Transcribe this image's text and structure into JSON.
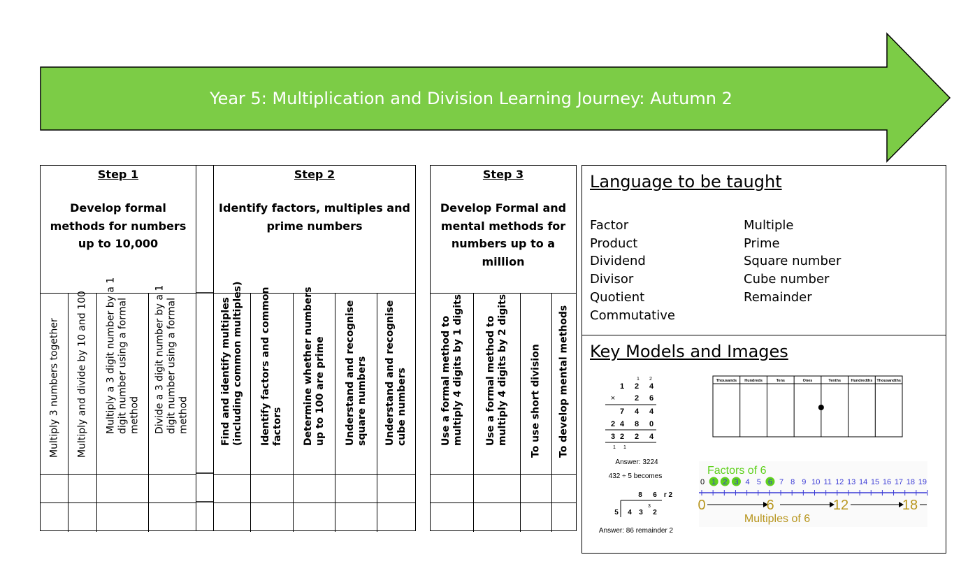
{
  "banner": {
    "title": "Year 5: Multiplication and Division Learning Journey: Autumn 2",
    "color": "#7ccc46"
  },
  "steps": [
    {
      "label": "Step 1",
      "description": "Develop formal methods for numbers up to 10,000",
      "columns": [
        "Multiply 3 numbers together",
        "Multiply and divide by 10 and 100",
        "Multiply a 3 digit number by a 1 digit number using a formal method",
        "Divide a 3 digit number by a 1 digit number using a formal method"
      ]
    },
    {
      "label": "Step 2",
      "description": "Identify factors, multiples and prime numbers",
      "columns": [
        "Find and identify multiples (including common multiples)",
        "Identify factors and common factors",
        "Determine whether numbers up to 100 are prime",
        "Understand and recognise square numbers",
        "Understand and recognise cube numbers"
      ]
    },
    {
      "label": "Step 3",
      "description": "Develop Formal and mental methods for numbers up to a million",
      "columns": [
        "Use a formal method to multiply 4 digits by 1 digits",
        "Use a formal method to multiply 4 digits by 2 digits",
        "To use short division",
        "To develop mental methods"
      ]
    }
  ],
  "language": {
    "title": "Language to be taught",
    "left_words": [
      "Factor",
      "Product",
      "Dividend",
      "Divisor",
      "Quotient",
      "Commutative"
    ],
    "right_words": [
      "Multiple",
      "Prime",
      "Square number",
      "Cube number",
      "Remainder"
    ]
  },
  "models": {
    "title": "Key Models and Images",
    "long_mult": {
      "carry_top": [
        "1",
        "2"
      ],
      "row1": [
        "1",
        "2",
        "4"
      ],
      "times": "×",
      "row2": [
        "2",
        "6"
      ],
      "row3": [
        "7",
        "4",
        "4"
      ],
      "row4": [
        "2",
        "4",
        "8",
        "0"
      ],
      "row5": [
        "3",
        "2",
        "2",
        "4"
      ],
      "carry_bottom": [
        "1",
        "1"
      ],
      "answer": "Answer: 3224"
    },
    "short_div": {
      "caption": "432 ÷ 5 becomes",
      "quotient": [
        "8",
        "6",
        "r 2"
      ],
      "divisor": "5",
      "dividend": [
        "4",
        "3",
        "2"
      ],
      "carry": "3",
      "answer": "Answer: 86 remainder 2"
    },
    "place_value": {
      "headers": [
        "Thousands",
        "Hundreds",
        "Tens",
        "Ones",
        "Tenths",
        "Hundredths",
        "Thousandths"
      ]
    },
    "number_line": {
      "factors_label": "Factors of 6",
      "numbers": [
        "0",
        "1",
        "2",
        "3",
        "4",
        "5",
        "6",
        "7",
        "8",
        "9",
        "10",
        "11",
        "12",
        "13",
        "14",
        "15",
        "16",
        "17",
        "18",
        "19"
      ],
      "circled": [
        "1",
        "2",
        "3",
        "6"
      ],
      "jumps": [
        "0",
        "6",
        "12",
        "18"
      ],
      "multiples_label": "Multiples of 6",
      "factors_color": "#5fd11c",
      "numbers_color": "#3b3bd6",
      "multiples_color": "#b8961f"
    }
  }
}
